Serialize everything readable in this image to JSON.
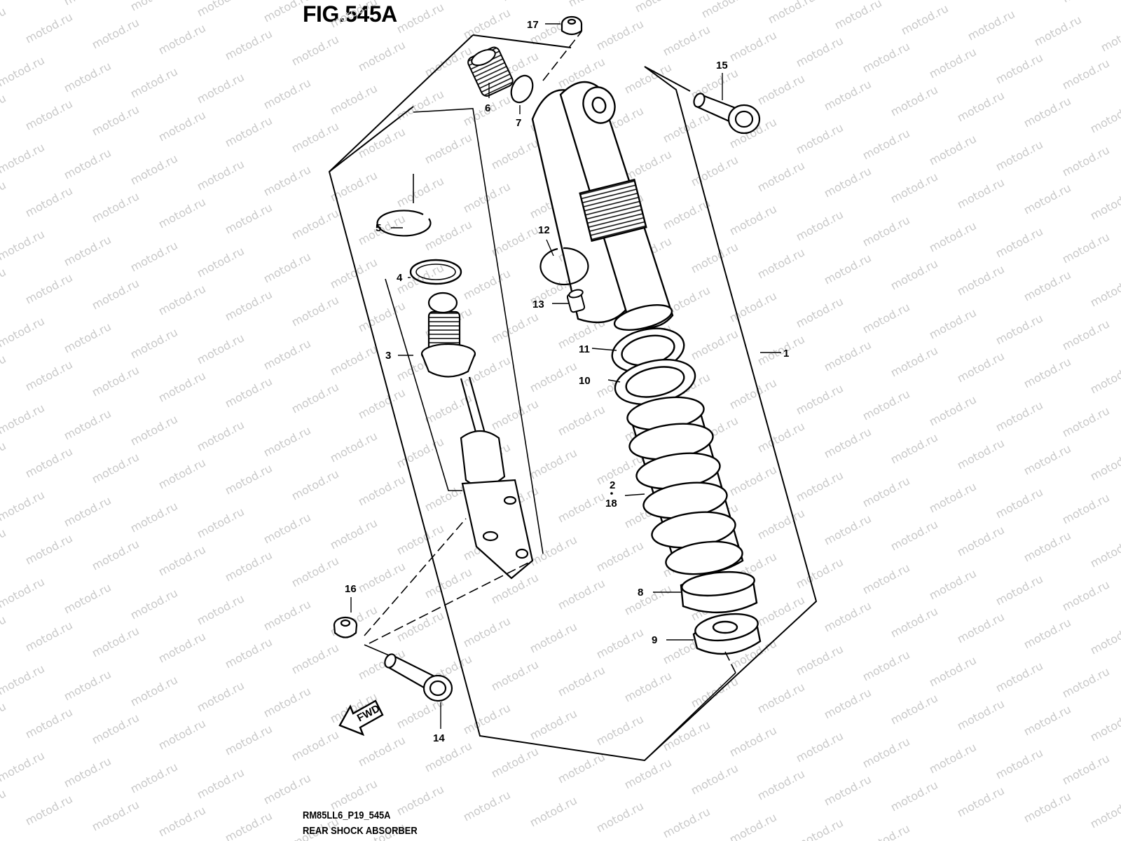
{
  "figure": {
    "title": "FIG.545A",
    "code": "RM85LL6_P19_545A",
    "name": "REAR SHOCK ABSORBER"
  },
  "watermark": {
    "text": "motod.ru",
    "color": "#c9c9c9"
  },
  "fwd_arrow": {
    "label": "FWD"
  },
  "callouts": [
    {
      "label": "1",
      "part": "shock-absorber-assembly"
    },
    {
      "label": "2",
      "sub": "18",
      "part": "spring"
    },
    {
      "label": "3",
      "part": "damper-rod"
    },
    {
      "label": "4",
      "part": "o-ring"
    },
    {
      "label": "5",
      "part": "circlip"
    },
    {
      "label": "6",
      "part": "bump-rubber"
    },
    {
      "label": "7",
      "part": "washer"
    },
    {
      "label": "8",
      "part": "spring-seat"
    },
    {
      "label": "9",
      "part": "stopper"
    },
    {
      "label": "10",
      "part": "adjuster-nut"
    },
    {
      "label": "11",
      "part": "lock-nut"
    },
    {
      "label": "12",
      "part": "snap-ring"
    },
    {
      "label": "13",
      "part": "cap"
    },
    {
      "label": "14",
      "part": "lower-bolt"
    },
    {
      "label": "15",
      "part": "upper-bolt"
    },
    {
      "label": "16",
      "part": "lower-nut"
    },
    {
      "label": "17",
      "part": "upper-nut"
    }
  ]
}
